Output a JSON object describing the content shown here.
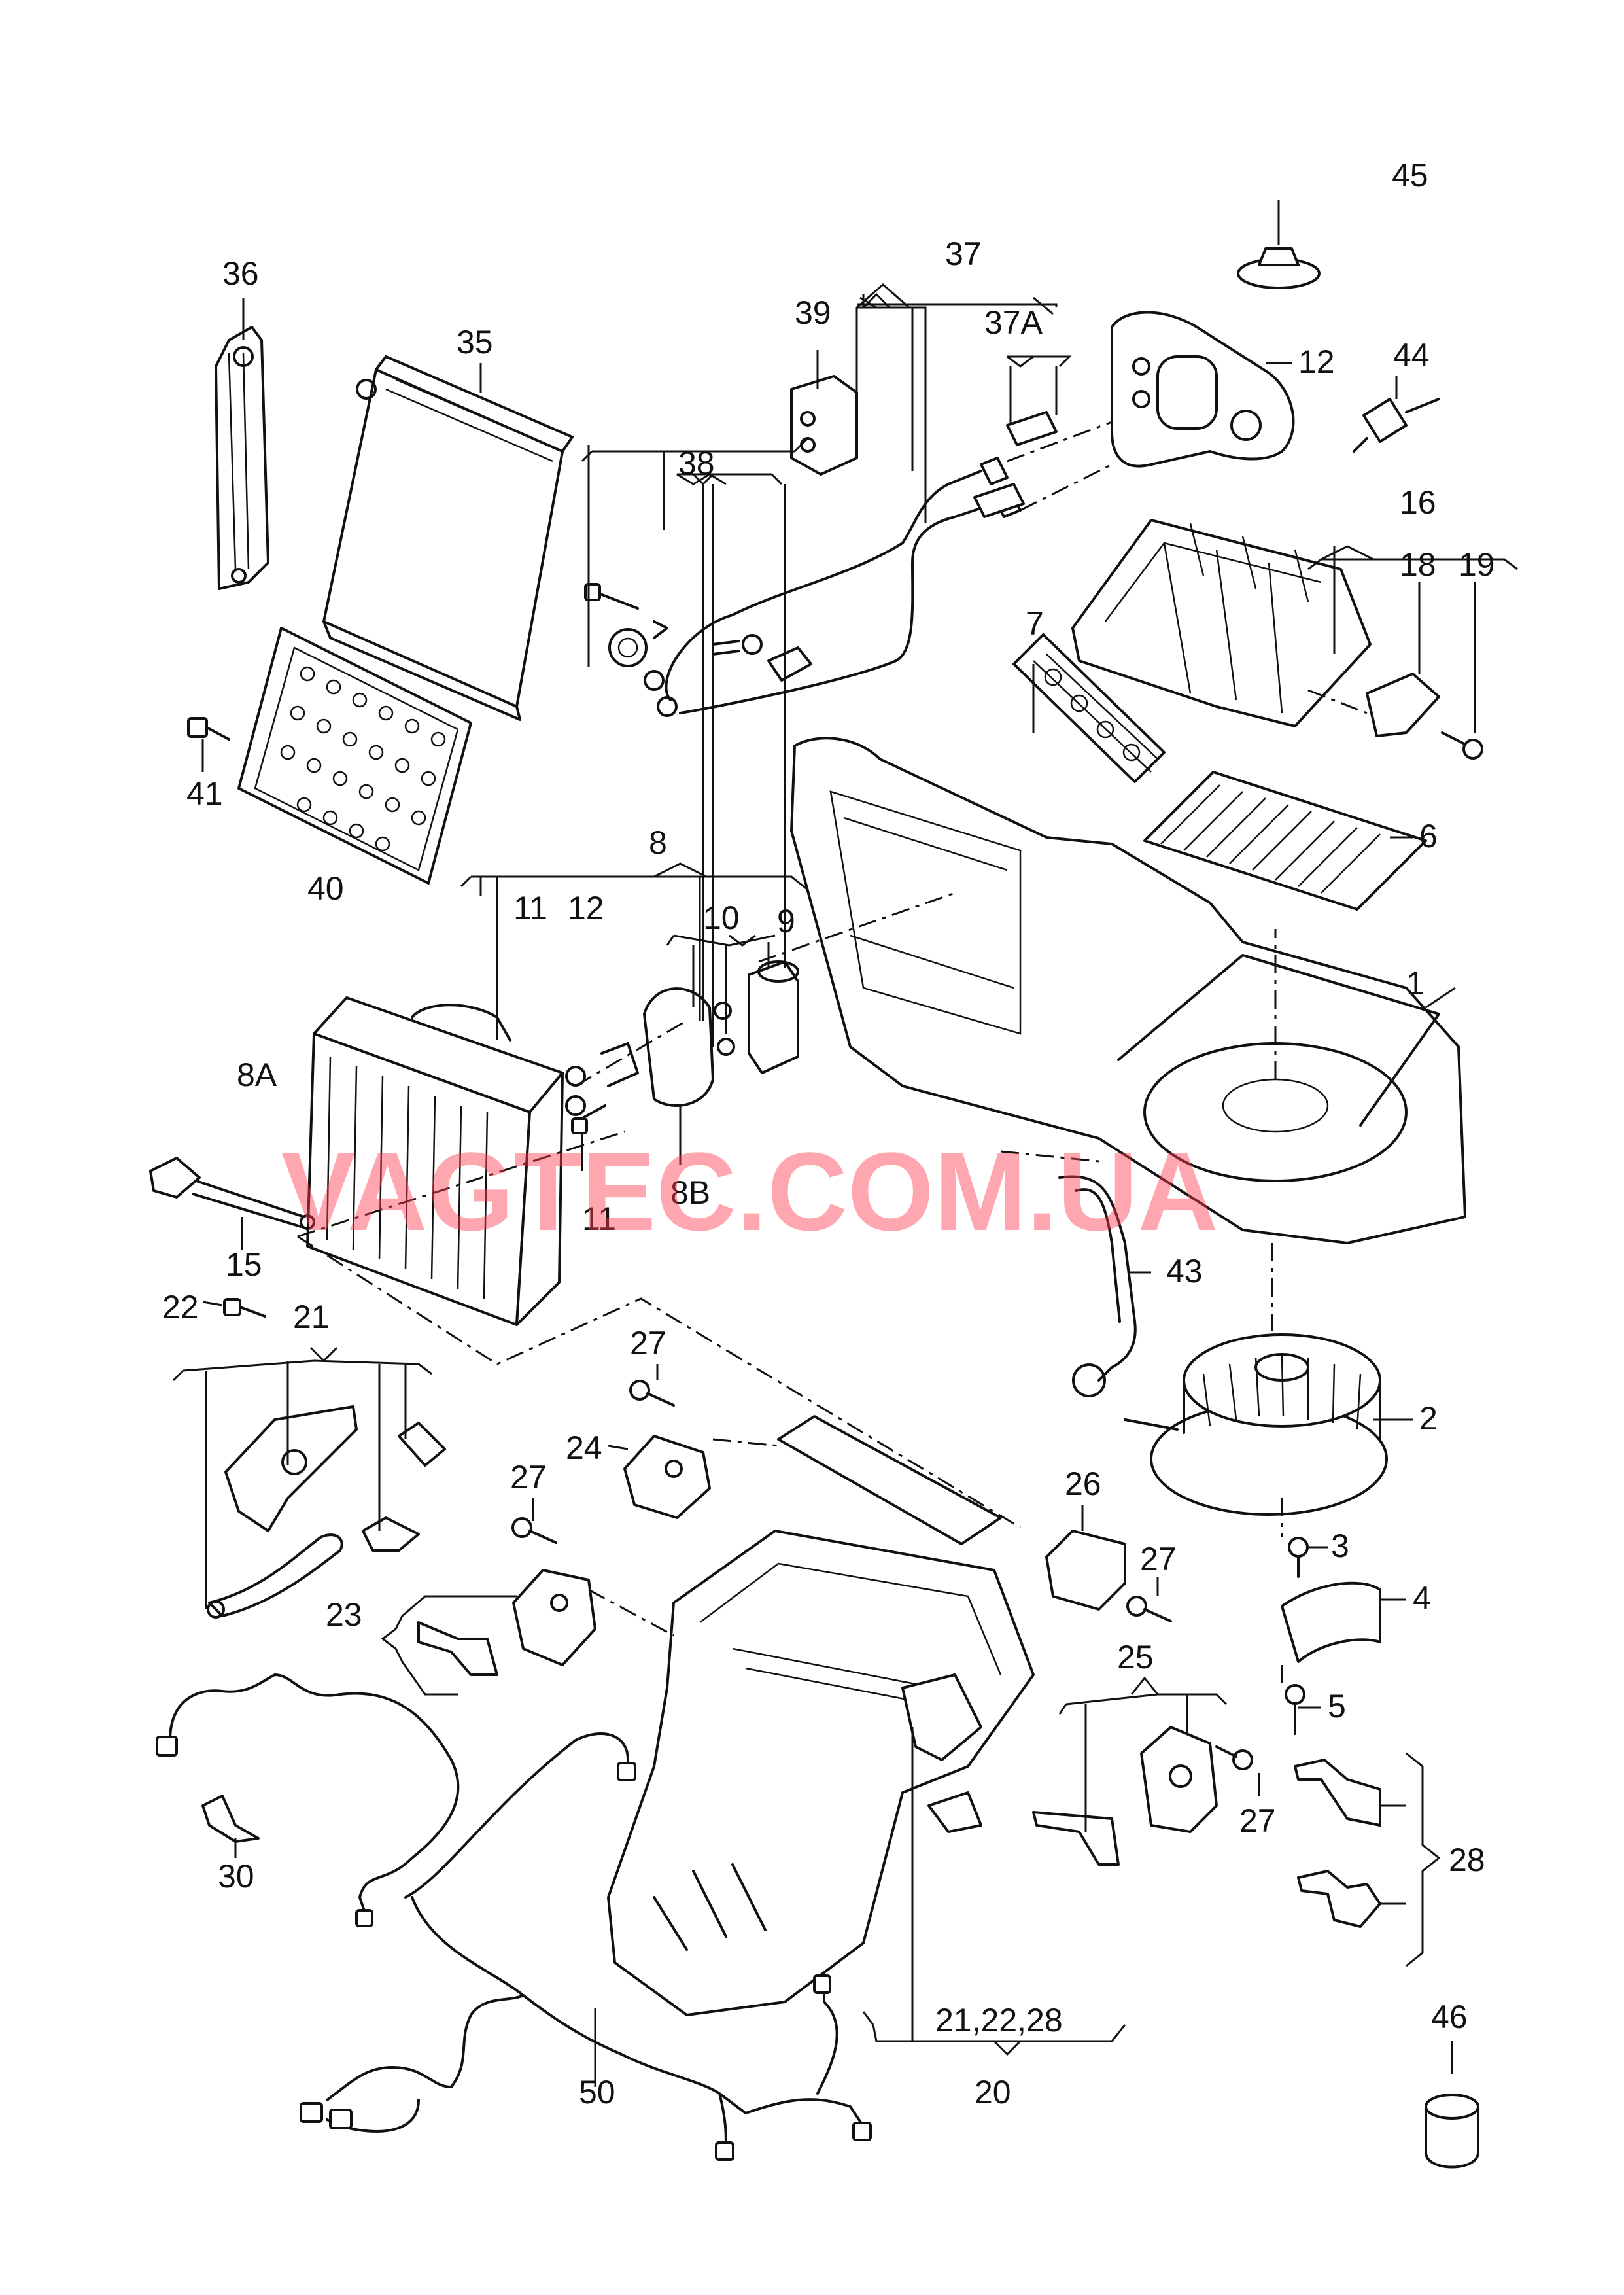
{
  "watermark": "VAGTEC.COM.UA",
  "callouts": {
    "c1": "1",
    "c2": "2",
    "c3": "3",
    "c4": "4",
    "c5": "5",
    "c6": "6",
    "c7": "7",
    "c8": "8",
    "c8a": "8A",
    "c8b": "8B",
    "c9": "9",
    "c10": "10",
    "c11a": "11",
    "c11b": "11",
    "c12a": "12",
    "c12b": "12",
    "c15": "15",
    "c16": "16",
    "c18": "18",
    "c19": "19",
    "c20": "20",
    "c21": "21",
    "c21g": "21,22,28",
    "c22": "22",
    "c23": "23",
    "c24": "24",
    "c25": "25",
    "c26": "26",
    "c27a": "27",
    "c27b": "27",
    "c27c": "27",
    "c27d": "27",
    "c28": "28",
    "c30": "30",
    "c35": "35",
    "c36": "36",
    "c37": "37",
    "c37a": "37A",
    "c38": "38",
    "c39": "39",
    "c40": "40",
    "c41": "41",
    "c43": "43",
    "c44": "44",
    "c45": "45",
    "c46": "46",
    "c50": "50"
  }
}
